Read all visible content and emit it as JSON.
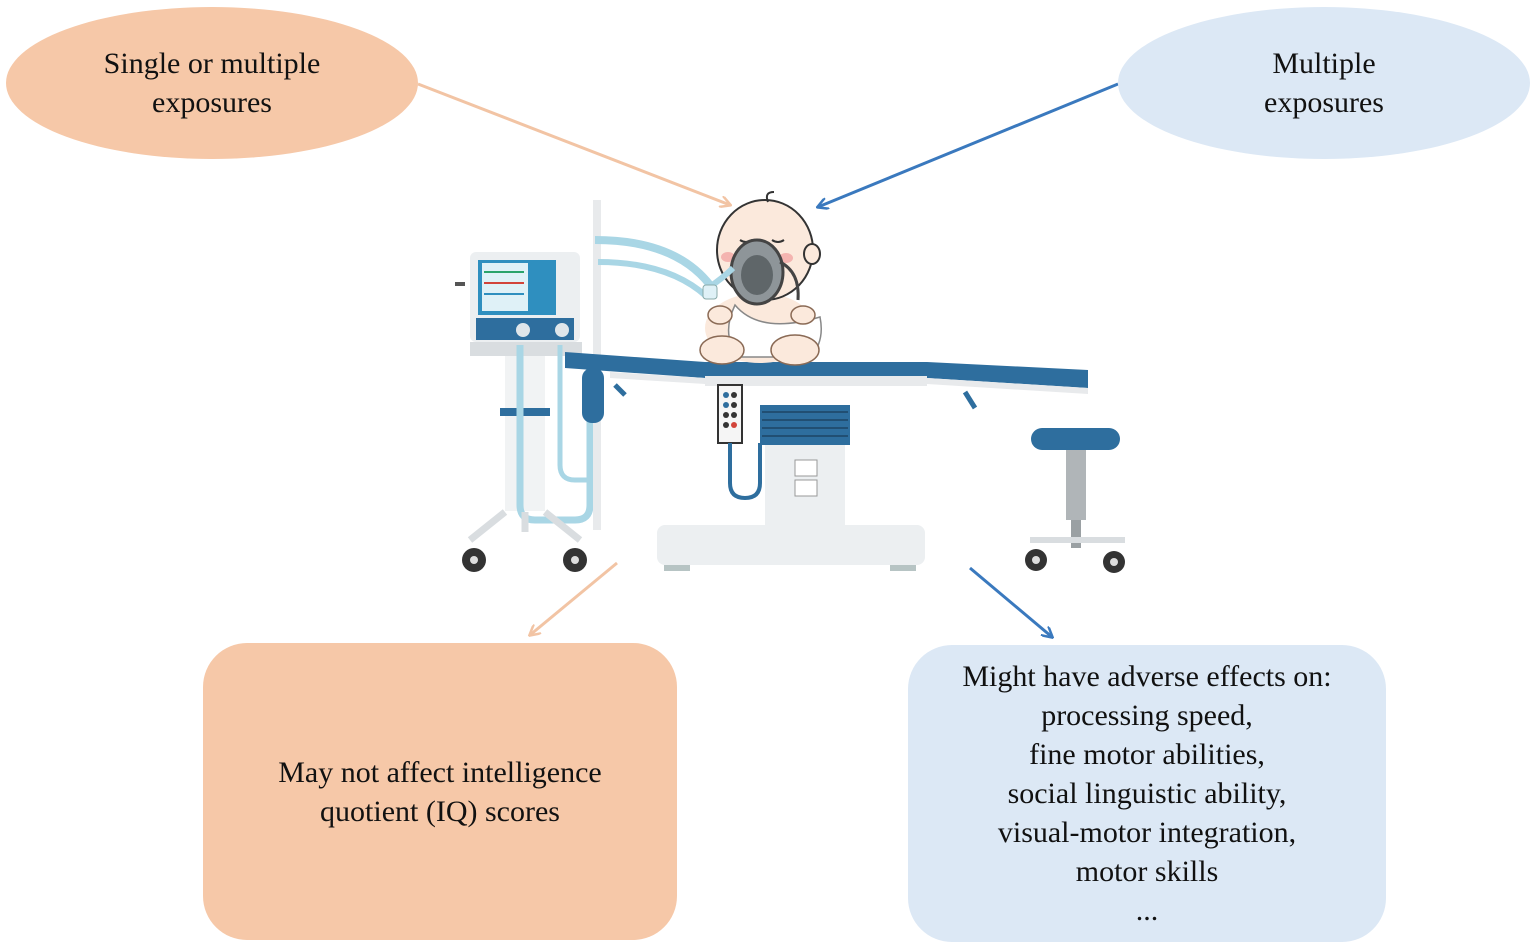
{
  "exposure_left": {
    "text": "Single or multiple exposures"
  },
  "exposure_right": {
    "text": "Multiple exposures"
  },
  "outcome_left": {
    "text": "May not affect intelligence quotient (IQ) scores"
  },
  "outcome_right": {
    "heading": "Might have adverse effects on:",
    "items": [
      "processing speed,",
      "fine motor abilities,",
      "social linguistic ability,",
      "visual-motor integration,",
      "motor skills",
      "..."
    ]
  },
  "colors": {
    "peach": "#f6c8a8",
    "light_blue": "#dce8f5",
    "arrow_peach": "#f2c4a4",
    "arrow_blue": "#3a79be",
    "equipment_blue": "#2e6e9e"
  },
  "illustration": {
    "icons": [
      "ventilator-icon",
      "anesthesia-mask-icon",
      "infant-icon",
      "operating-table-icon",
      "stool-icon"
    ]
  }
}
